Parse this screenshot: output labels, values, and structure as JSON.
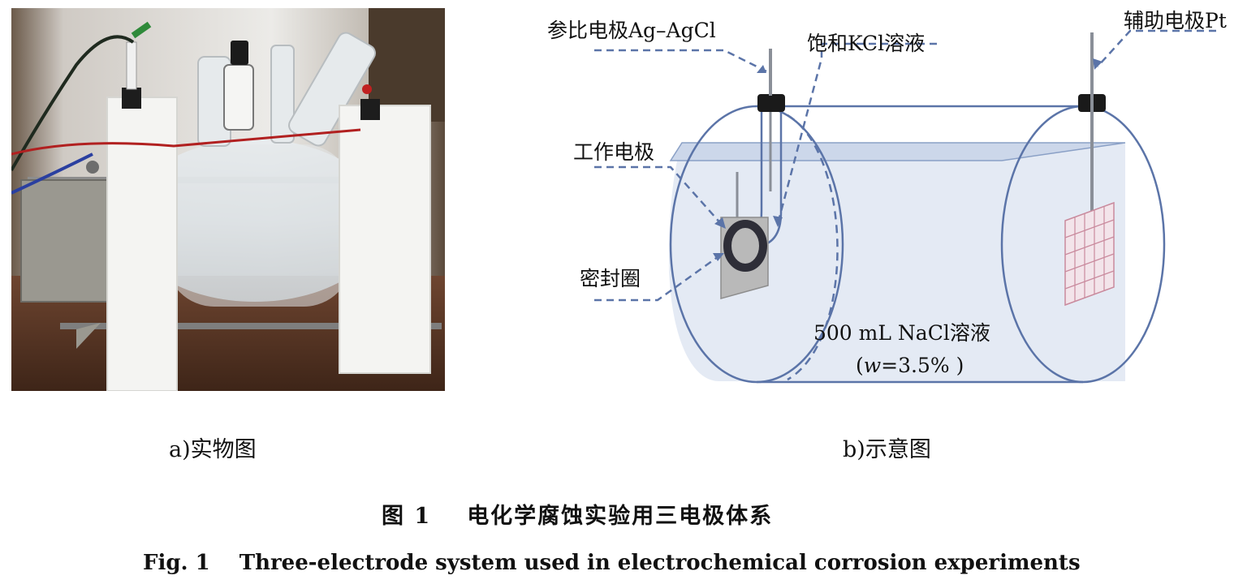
{
  "panels": [
    {
      "id": "a",
      "sublabel": "a)实物图"
    },
    {
      "id": "b",
      "sublabel": "b)示意图",
      "annotations": {
        "reference_electrode": "参比电极Ag–AgCl",
        "saturated_kcl": "饱和KCl溶液",
        "counter_electrode": "辅助电极Pt",
        "working_electrode": "工作电极",
        "seal_ring": "密封圈"
      },
      "solution": {
        "volume_text": "500 mL NaCl溶液",
        "concentration_symbol": "w",
        "concentration_value": "=3.5% )",
        "open_paren": "("
      }
    }
  ],
  "caption": {
    "zh_number": "图 1",
    "zh_title": "电化学腐蚀实验用三电极体系",
    "en_number": "Fig. 1",
    "en_title": "Three-electrode system used in electrochemical corrosion experiments"
  },
  "colors": {
    "cell_outline": "#5b74a8",
    "leader_line": "#5b74a8",
    "solution_fill": "#dfe6f2",
    "electrode_rod": "#8a8f98",
    "electrode_cap": "#1a1a1a"
  }
}
